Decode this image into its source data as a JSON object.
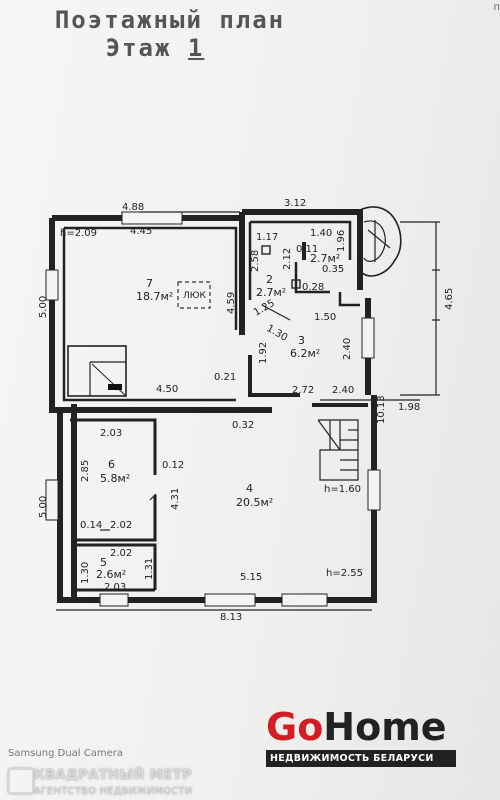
{
  "title": {
    "line1": "Поэтажный план",
    "line2_prefix": "Этаж ",
    "line2_number": "1"
  },
  "corner_mark": "п",
  "dimensions": {
    "top_left_outer": "4.88",
    "top_right_outer": "3.12",
    "height_label": "h=2.09",
    "room7_width_top": "4.45",
    "left_upper": "5.00",
    "left_lower": "5.00",
    "room7_right": "4.59",
    "room7_bottom_width": "4.50",
    "room7_offset": "0.21",
    "r2_a": "1.17",
    "r2_b": "1.40",
    "r2_c": "1.96",
    "r2_d": "2.58",
    "r2_e": "2.12",
    "r2_f": "0.11",
    "r2_g": "0.35",
    "r2_h": "0.28",
    "r3_a": "1.25",
    "r3_b": "1.30",
    "r3_c": "1.50",
    "r3_d": "1.92",
    "r3_e": "2.40",
    "r3_f": "2.72",
    "r3_g": "2.40",
    "passage": "0.32",
    "room6_top": "2.03",
    "room6_left": "2.85",
    "room6_gap": "0.12",
    "room4_left": "4.31",
    "wall_small": "0.14",
    "room6_bottom": "2.02",
    "room5_top": "2.02",
    "room5_left": "1.30",
    "room5_bottom": "2.03",
    "room5_right": "1.31",
    "room4_bottom": "5.15",
    "height_bottom": "h=2.55",
    "height_stairs": "h=1.60",
    "total_bottom": "8.13",
    "right_total": "10.13",
    "porch_w": "1.98",
    "porch_h": "4.65"
  },
  "rooms": [
    {
      "number": "7",
      "area": "18.7м²"
    },
    {
      "number": "2",
      "area": "2.7м²"
    },
    {
      "number": "",
      "area": "2.7м²"
    },
    {
      "number": "3",
      "area": "6.2м²"
    },
    {
      "number": "6",
      "area": "5.8м²"
    },
    {
      "number": "4",
      "area": "20.5м²"
    },
    {
      "number": "5",
      "area": "2.6м²"
    }
  ],
  "hatch_label": "ЛЮК",
  "logo": {
    "go": "Go",
    "home": "Home",
    "sub": "НЕДВИЖИМОСТЬ БЕЛАРУСИ"
  },
  "camera": "Samsung Dual Camera",
  "watermark": {
    "line1": "КВАДРАТНЫЙ МЕТР",
    "line2": "АГЕНТСТВО НЕДВИЖИМОСТИ"
  },
  "colors": {
    "logo_red": "#d21d24",
    "logo_dark": "#222222",
    "paper": "#f2f3f1"
  }
}
